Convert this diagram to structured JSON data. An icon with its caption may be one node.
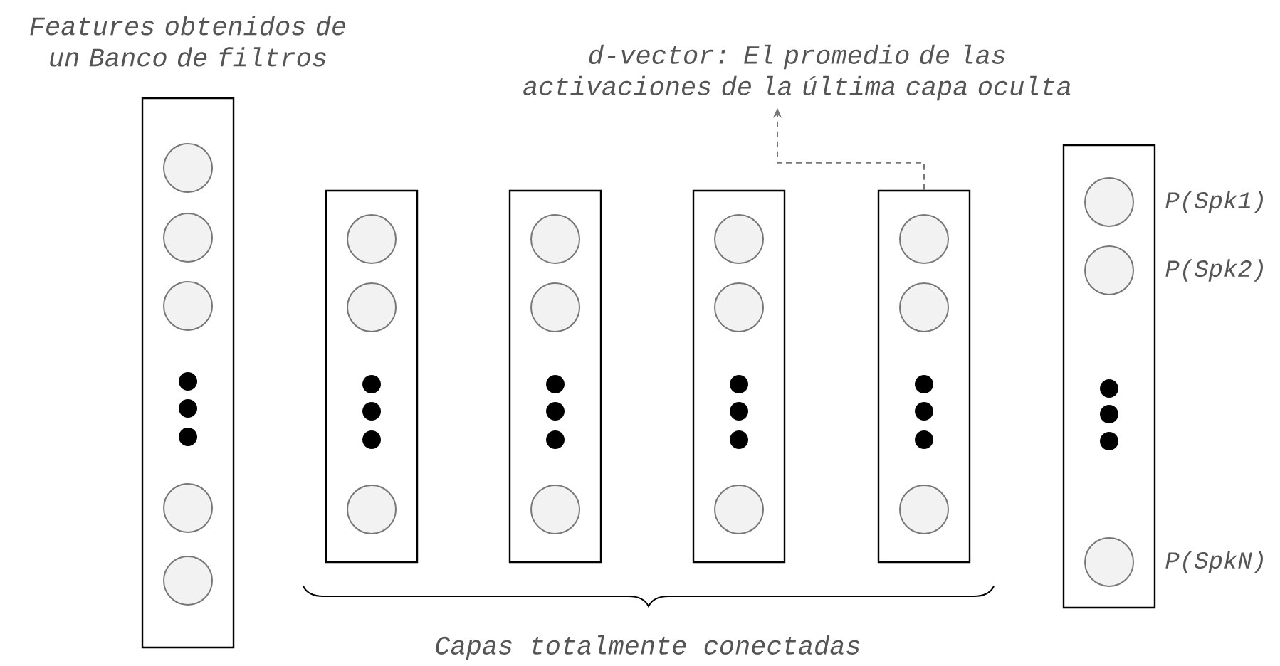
{
  "diagram": {
    "nodes": [
      {
        "text": [
          "Features obtenidos de un Banco de filtros"
        ]
      },
      {
        "text": [],
        "shape": "circle",
        "in": 0
      },
      {
        "text": [],
        "shape": "circle",
        "in": 0
      },
      {
        "text": [],
        "shape": "circle",
        "in": 0
      },
      {
        "text": [],
        "shape": "circle",
        "in": 0
      },
      {
        "text": [],
        "shape": "circle",
        "in": 0
      },
      {
        "text": [],
        "shape": "box"
      },
      {
        "text": [],
        "shape": "circle",
        "in": 6
      },
      {
        "text": [],
        "shape": "circle",
        "in": 6
      },
      {
        "text": [],
        "shape": "circle",
        "in": 6
      },
      {
        "text": [],
        "shape": "box"
      },
      {
        "text": [],
        "shape": "circle",
        "in": 10
      },
      {
        "text": [],
        "shape": "circle",
        "in": 10
      },
      {
        "text": [],
        "shape": "circle",
        "in": 10
      },
      {
        "text": [],
        "shape": "box"
      },
      {
        "text": [],
        "shape": "circle",
        "in": 14
      },
      {
        "text": [],
        "shape": "circle",
        "in": 14
      },
      {
        "text": [],
        "shape": "circle",
        "in": 14
      },
      {
        "text": [],
        "shape": "box"
      },
      {
        "text": [],
        "shape": "circle",
        "in": 18
      },
      {
        "text": [],
        "shape": "circle",
        "in": 18
      },
      {
        "text": [],
        "shape": "circle",
        "in": 18
      },
      {
        "text": [
          "d-vector: El promedio de las activaciones de la última capa oculta"
        ]
      },
      {
        "text": [],
        "shape": "box"
      },
      {
        "text": [],
        "shape": "circle",
        "in": 23,
        "beside": [
          "P(Spk1)"
        ]
      },
      {
        "text": [],
        "shape": "circle",
        "in": 23,
        "beside": [
          "P(Spk2)"
        ]
      },
      {
        "text": [],
        "shape": "circle",
        "in": 23,
        "beside": [
          "P(SpkN)"
        ]
      }
    ],
    "edges": [
      {
        "from": 18,
        "to": 22,
        "arrow": "to",
        "style": "dashed"
      }
    ],
    "labels": [
      "Capas totalmente conectadas"
    ]
  }
}
